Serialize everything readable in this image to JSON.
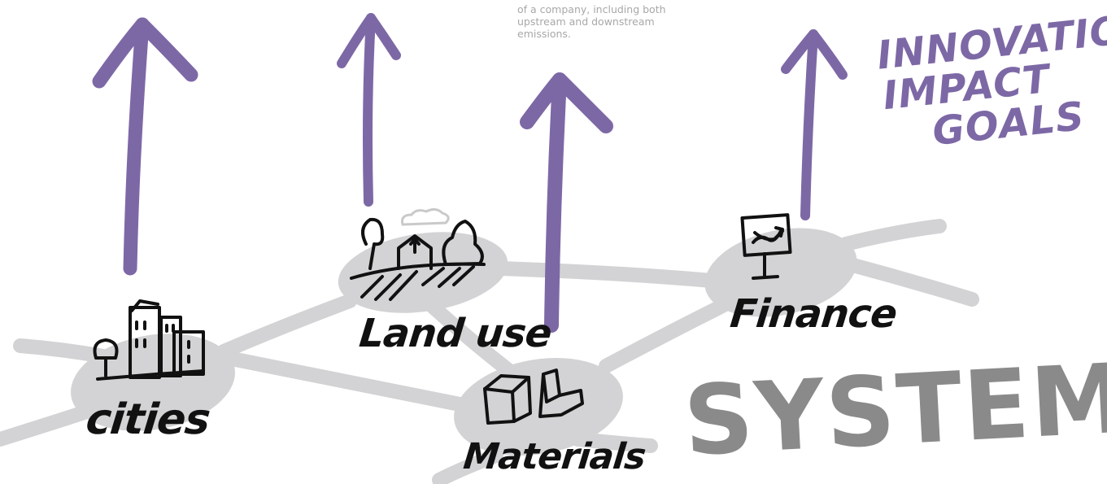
{
  "caption": {
    "lines": [
      "of a company, including both",
      "upstream and downstream",
      "emissions."
    ]
  },
  "nodes": {
    "cities": "cities",
    "land_use": "Land use",
    "materials": "Materials",
    "finance": "Finance"
  },
  "goals": {
    "line1": "INNOVATION",
    "line2": "IMPACT",
    "line3": "GOALS"
  },
  "systems_title": "SYSTEMS",
  "colors": {
    "arrow": "#7d68a6",
    "network": "#d3d3d5",
    "ink": "#111111",
    "systems_text": "#8a8a8a",
    "caption_text": "#a8a8a8"
  }
}
